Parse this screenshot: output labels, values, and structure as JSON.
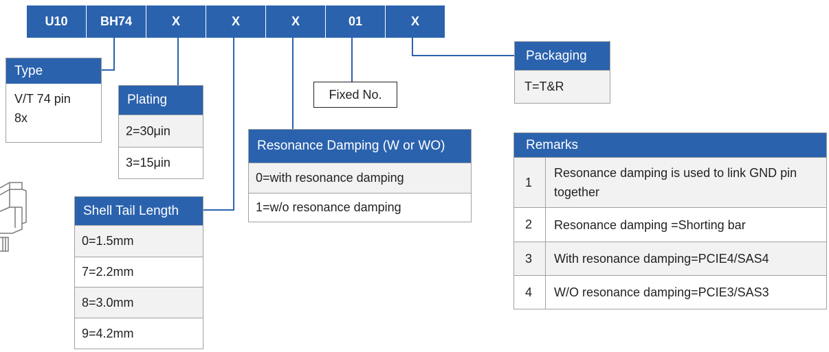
{
  "code_segments": [
    "U10",
    "BH74",
    "X",
    "X",
    "X",
    "01",
    "X"
  ],
  "type": {
    "header": "Type",
    "rows": [
      "V/T 74 pin",
      "8x"
    ]
  },
  "plating": {
    "header": "Plating",
    "rows": [
      "2=30μin",
      "3=15μin"
    ]
  },
  "shell_tail": {
    "header": "Shell Tail Length",
    "rows": [
      "0=1.5mm",
      "7=2.2mm",
      "8=3.0mm",
      "9=4.2mm"
    ]
  },
  "resonance": {
    "header": "Resonance Damping (W or WO)",
    "rows": [
      "0=with resonance damping",
      "1=w/o resonance damping"
    ]
  },
  "fixed": {
    "label": "Fixed No."
  },
  "packaging": {
    "header": "Packaging",
    "rows": [
      "T=T&R"
    ]
  },
  "remarks": {
    "header": "Remarks",
    "rows": [
      {
        "num": "1",
        "text": "Resonance damping is used to link GND pin together"
      },
      {
        "num": "2",
        "text": "Resonance damping =Shorting bar"
      },
      {
        "num": "3",
        "text": "With resonance damping=PCIE4/SAS4"
      },
      {
        "num": "4",
        "text": "W/O resonance damping=PCIE3/SAS3"
      }
    ]
  },
  "colors": {
    "accent": "#2a62ad",
    "border": "#9fa0a0",
    "row_alt": "#f2f2f2"
  }
}
